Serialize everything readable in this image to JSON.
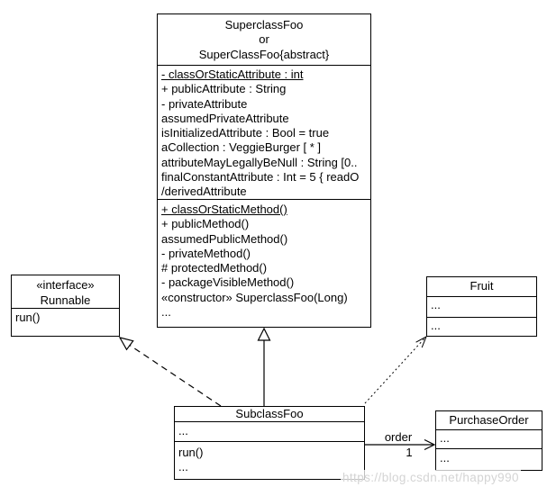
{
  "colors": {
    "background": "#ffffff",
    "line": "#000000",
    "text": "#000000"
  },
  "watermark": {
    "text": "https://blog.csdn.net/happy990",
    "color": "#d4d4d4"
  },
  "classes": {
    "superclass": {
      "title_lines": [
        "SuperclassFoo",
        "or",
        "SuperClassFoo{abstract}"
      ],
      "attributes": [
        "- classOrStaticAttribute : int",
        "+ publicAttribute : String",
        "- privateAttribute",
        "assumedPrivateAttribute",
        "isInitializedAttribute : Bool = true",
        "aCollection : VeggieBurger [ * ]",
        "attributeMayLegallyBeNull : String [0..",
        "finalConstantAttribute : Int = 5 { readO",
        "/derivedAttribute"
      ],
      "methods": [
        "+ classOrStaticMethod()",
        "+ publicMethod()",
        "assumedPublicMethod()",
        "- privateMethod()",
        "# protectedMethod()",
        "- packageVisibleMethod()",
        "«constructor» SuperclassFoo(Long)",
        "..."
      ]
    },
    "runnable": {
      "stereotype": "«interface»",
      "name": "Runnable",
      "methods": [
        "run()"
      ]
    },
    "fruit": {
      "name": "Fruit",
      "attributes": [
        "..."
      ],
      "methods": [
        "..."
      ]
    },
    "subclass": {
      "name": "SubclassFoo",
      "attributes": [
        "..."
      ],
      "methods": [
        "run()",
        "..."
      ]
    },
    "purchase_order": {
      "name": "PurchaseOrder",
      "attributes": [
        "..."
      ],
      "methods": [
        "..."
      ]
    }
  },
  "relations": {
    "association": {
      "label": "order",
      "multiplicity": "1"
    }
  }
}
